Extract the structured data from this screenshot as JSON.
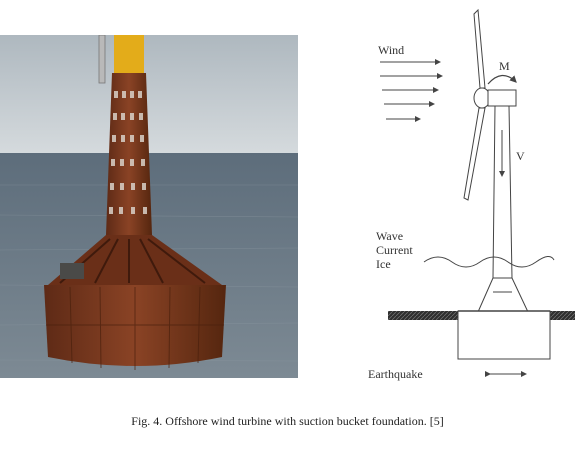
{
  "figure": {
    "caption": "Fig. 4. Offshore wind turbine with suction bucket foundation. [5]"
  },
  "diagram": {
    "labels": {
      "wind": "Wind",
      "moment": "M",
      "vertical_load": "V",
      "wave": "Wave",
      "current": "Current",
      "ice": "Ice",
      "earthquake": "Earthquake"
    }
  },
  "colors": {
    "sea": "#6b7c8c",
    "sky": "#c7ced4",
    "tower_rust": "#7b3a21",
    "tower_yellow": "#e7b21c",
    "soil_hatch": "#3a3a3a"
  }
}
